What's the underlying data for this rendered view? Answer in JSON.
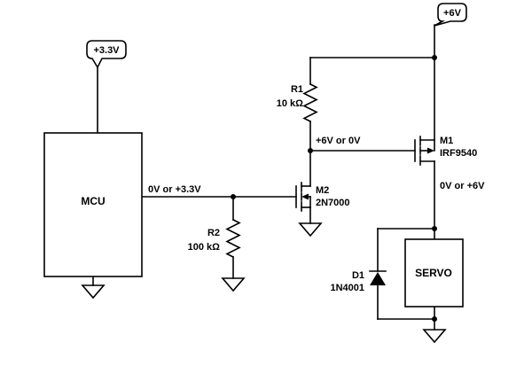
{
  "colors": {
    "wire": "#000000",
    "background": "#ffffff"
  },
  "schematic": {
    "power_flags": {
      "v3_3": "+3.3V",
      "v6": "+6V"
    },
    "mcu": {
      "label": "MCU"
    },
    "servo": {
      "label": "SERVO"
    },
    "r1": {
      "ref": "R1",
      "value": "10 kΩ"
    },
    "r2": {
      "ref": "R2",
      "value": "100 kΩ"
    },
    "m1": {
      "ref": "M1",
      "part": "IRF9540"
    },
    "m2": {
      "ref": "M2",
      "part": "2N7000"
    },
    "d1": {
      "ref": "D1",
      "part": "1N4001"
    },
    "net_labels": {
      "mcu_output": "0V or +3.3V",
      "m2_drain": "+6V or 0V",
      "m1_drain": "0V or +6V"
    }
  }
}
